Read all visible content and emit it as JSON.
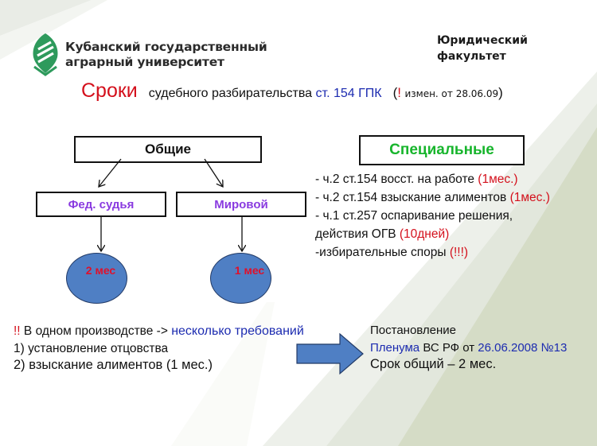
{
  "header": {
    "university_line1": "Кубанский государственный",
    "university_line2": "аграрный университет",
    "faculty_line1": "Юридический",
    "faculty_line2": "факультет",
    "logo_icon": "university-leaf-logo-icon"
  },
  "title": {
    "main": "Сроки",
    "subtitle": "судебного разбирательства",
    "reference": "ст. 154 ГПК",
    "paren_open": "(",
    "exclamation": "!",
    "note": "измен. от 28.06.09",
    "paren_close": ")"
  },
  "diagram": {
    "general_label": "Общие",
    "fed_judge_label": "Фед. судья",
    "magistrate_label": "Мировой",
    "fed_term": "2 мес",
    "magistrate_term": "1 мес",
    "special_label": "Специальные"
  },
  "special_items": [
    {
      "text": "- ч.2 ст.154 восст. на работе ",
      "term": "(1мес.)"
    },
    {
      "text": "- ч.2 ст.154 взыскание алиментов ",
      "term": "(1мес.)"
    },
    {
      "text": "- ч.1 ст.257 оспаривание решения,",
      "term": ""
    },
    {
      "text": "действия  ОГВ ",
      "term": "(10дней)"
    },
    {
      "text": "-избирательные споры ",
      "term": "(!!!)"
    }
  ],
  "bottom_left": {
    "marker": "!!",
    "line1_text": " В одном производстве  -> ",
    "line1_highlight": "несколько требований",
    "item1": "1)   установление отцовства",
    "item2": "2)  взыскание алиментов  (1 мес.)"
  },
  "bottom_right": {
    "line1": "Постановление",
    "line2_highlight1": "Пленума",
    "line2_text": " ВС РФ от ",
    "line2_highlight2": "26.06.2008 №13",
    "line3": "Срок общий – 2 мес."
  },
  "colors": {
    "title_red": "#d4101c",
    "reference_blue": "#1c2bb0",
    "branch_purple": "#8a3be0",
    "special_green": "#17b52c",
    "ellipse_blue": "#4f7fc4",
    "logo_green": "#2e9a5c"
  }
}
